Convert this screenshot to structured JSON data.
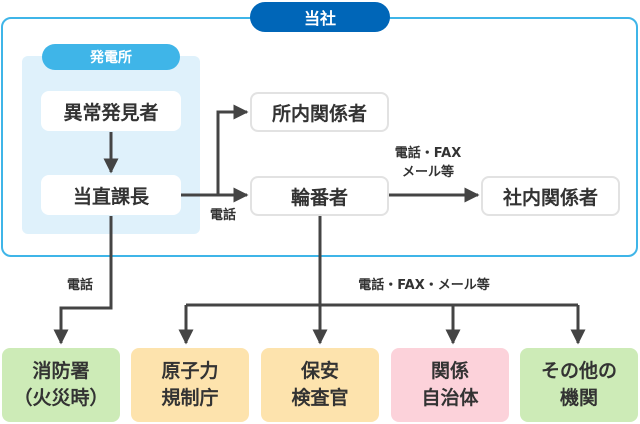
{
  "company": {
    "title": "当社"
  },
  "plant": {
    "title": "発電所"
  },
  "nodes": {
    "discoverer": "異常発見者",
    "duty_manager": "当直課長",
    "site_staff": "所内関係者",
    "rotation_staff": "輪番者",
    "company_staff": "社内関係者"
  },
  "edge_labels": {
    "to_rotation": "電話",
    "to_company_line1": "電話・FAX",
    "to_company_line2": "メール等",
    "to_fire": "電話",
    "to_external": "電話・FAX・メール等"
  },
  "external": [
    {
      "id": "fire",
      "lines": [
        "消防署",
        "（火災時）"
      ],
      "color": "#cdebb7"
    },
    {
      "id": "nra",
      "lines": [
        "原子力",
        "規制庁"
      ],
      "color": "#fde3ad"
    },
    {
      "id": "inspector",
      "lines": [
        "保安",
        "検査官"
      ],
      "color": "#fde3ad"
    },
    {
      "id": "municipality",
      "lines": [
        "関係",
        "自治体"
      ],
      "color": "#fcd2da"
    },
    {
      "id": "other",
      "lines": [
        "その他の",
        "機関"
      ],
      "color": "#cdebb7"
    }
  ],
  "colors": {
    "frame": "#3fb5e8",
    "title_bg": "#0066b8",
    "panel": "#dff1fb",
    "line": "#444444"
  }
}
